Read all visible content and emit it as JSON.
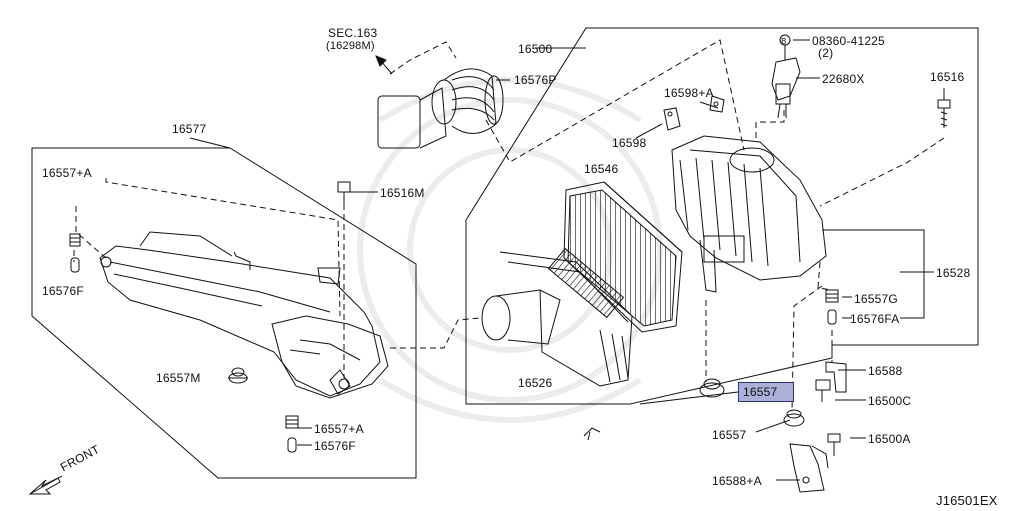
{
  "figure_code": "J16501EX",
  "front_label": "FRONT",
  "colors": {
    "line": "#111111",
    "highlight_fill": "#aab0d8",
    "highlight_border": "#2f3470"
  },
  "labels": {
    "sec163": "SEC.163",
    "ref16298m": "(16298M)",
    "p16500": "16500",
    "p16576P": "16576P",
    "p08360": "08360-41225",
    "p08360_qty": "(2)",
    "p22680X": "22680X",
    "p16516_right": "16516",
    "p16598A": "16598+A",
    "p16598": "16598",
    "p16546": "16546",
    "p16577": "16577",
    "p16557A_top": "16557+A",
    "p16516M": "16516M",
    "p16576F_left": "16576F",
    "p16528": "16528",
    "p16557G": "16557G",
    "p16576FA": "16576FA",
    "p16526": "16526",
    "p16557M": "16557M",
    "p16557A_bottom": "16557+A",
    "p16576F_bottom": "16576F",
    "p16588": "16588",
    "p16557_highlight": "16557",
    "p16500C": "16500C",
    "p16557_lower": "16557",
    "p16500A": "16500A",
    "p16588A": "16588+A"
  }
}
